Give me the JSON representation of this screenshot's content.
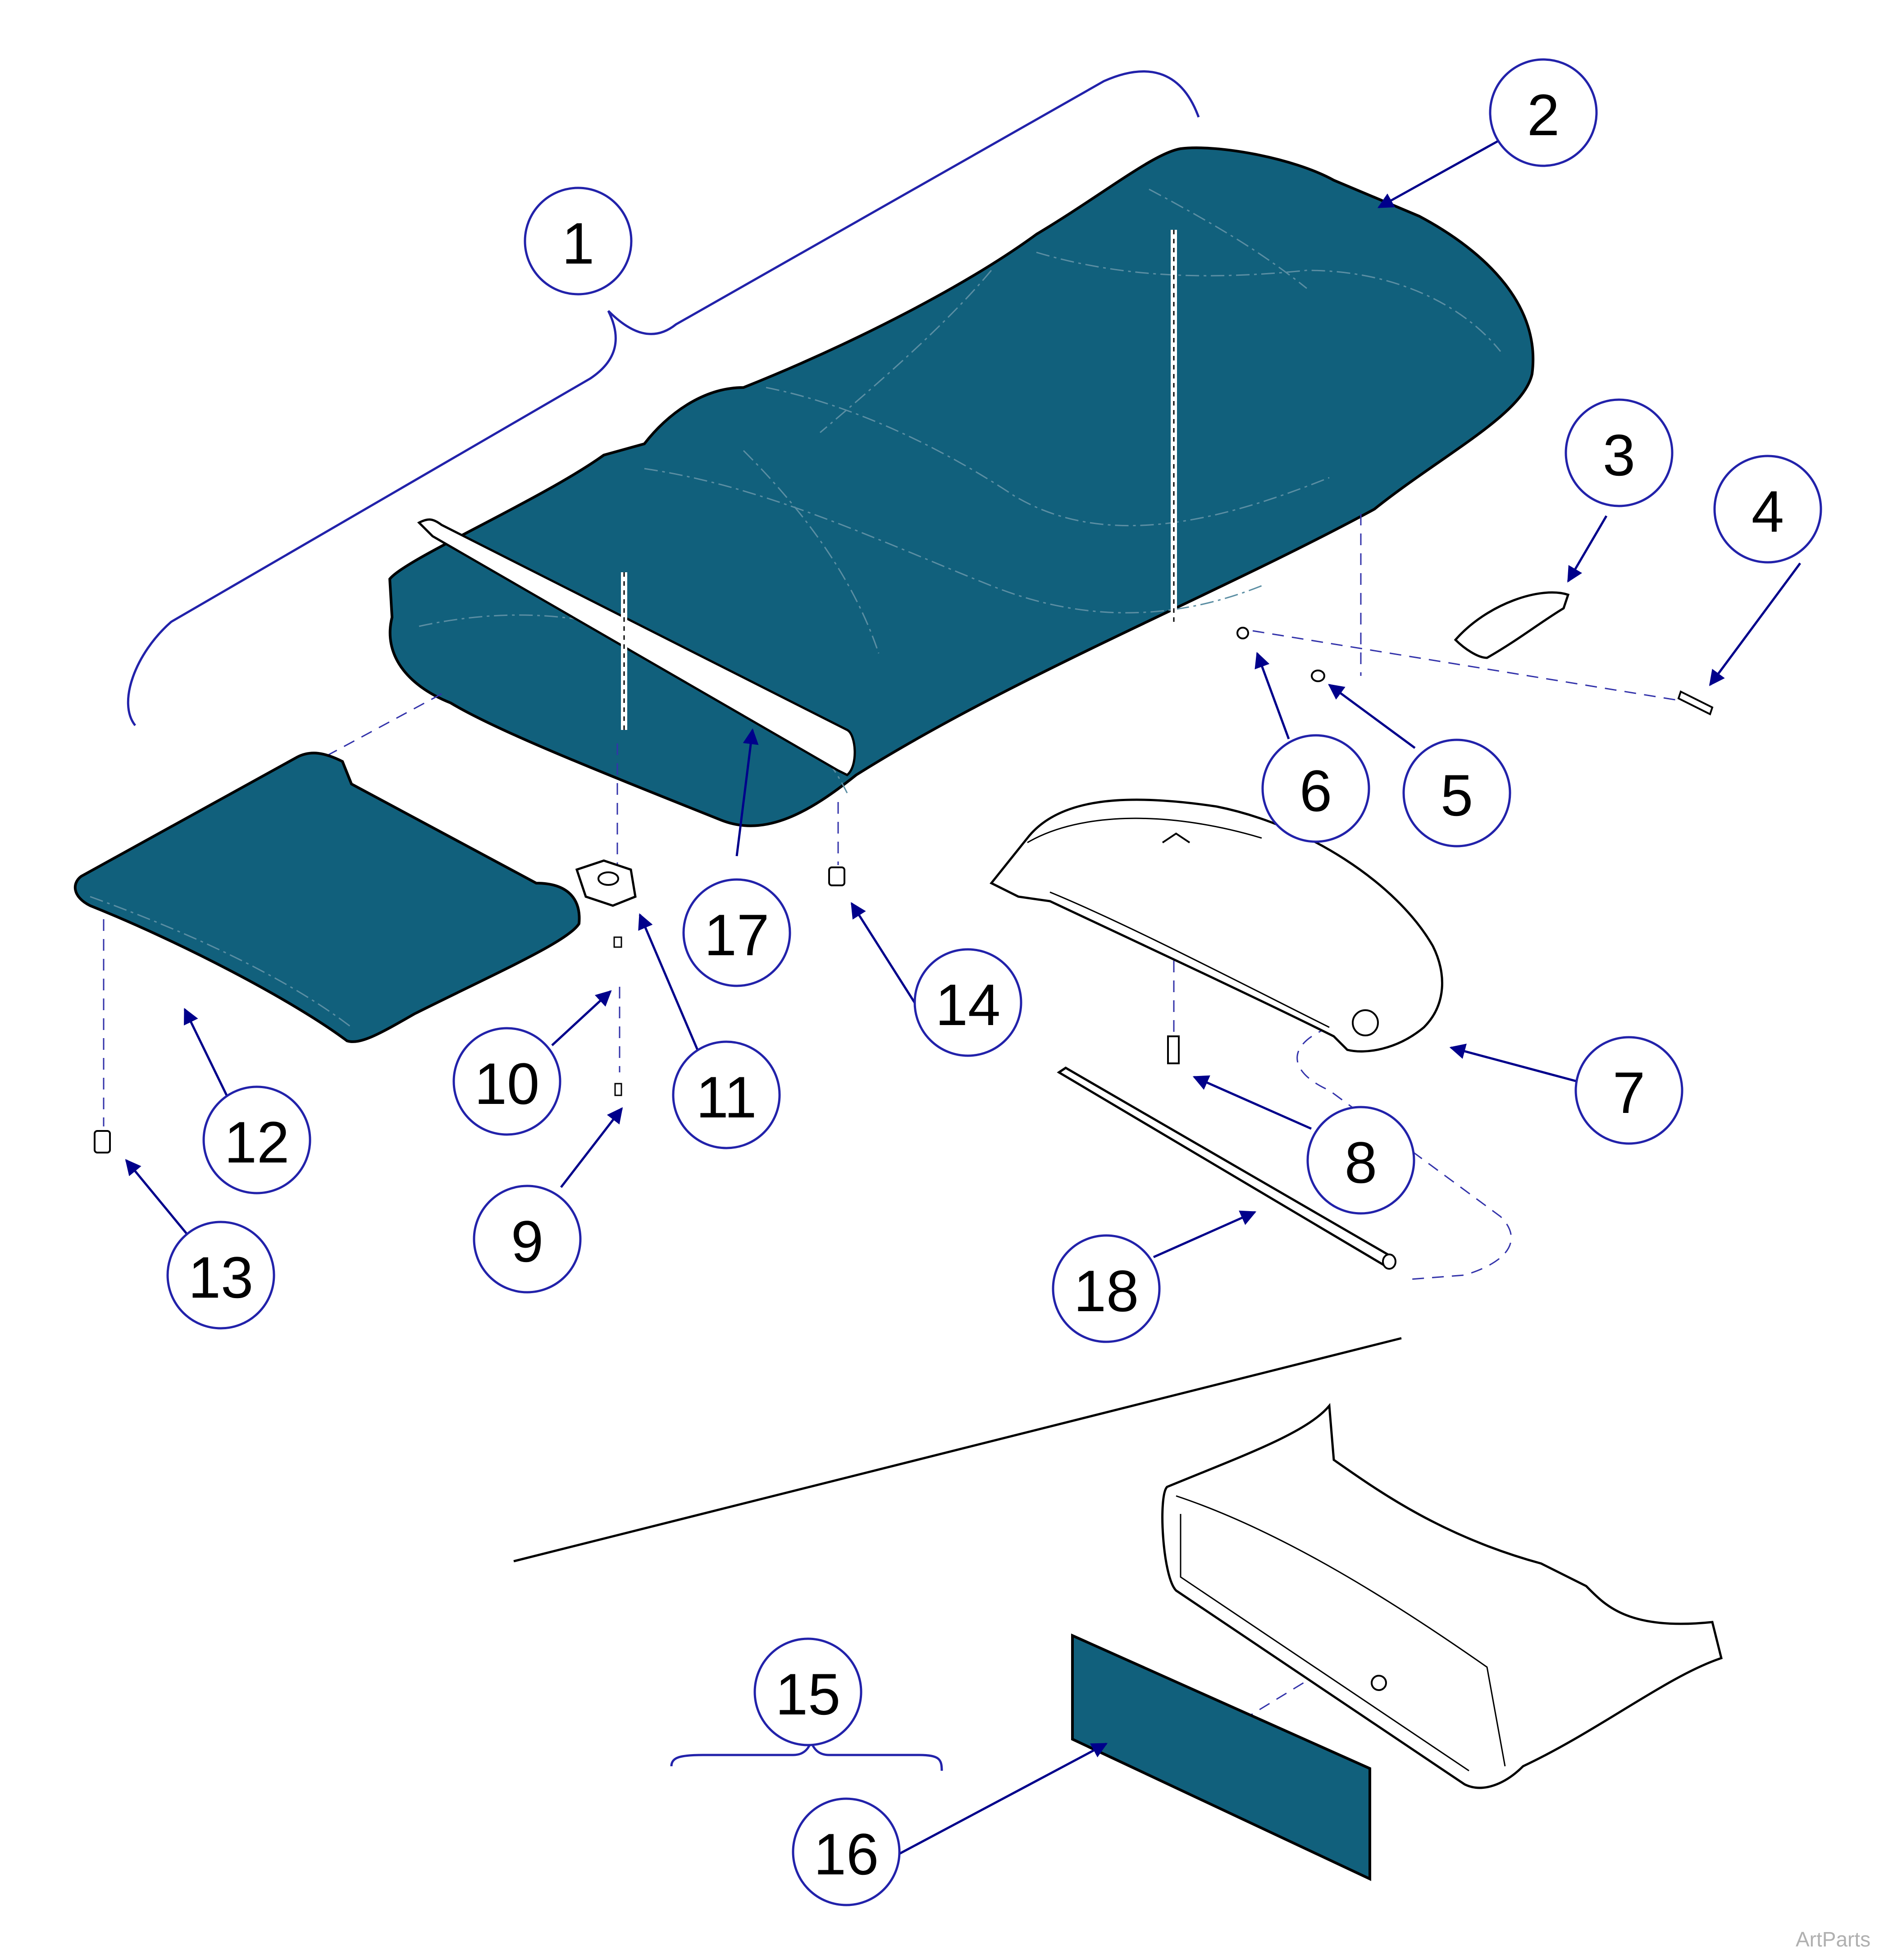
{
  "diagram": {
    "callouts": [
      "1",
      "2",
      "3",
      "4",
      "5",
      "6",
      "7",
      "8",
      "9",
      "10",
      "11",
      "12",
      "13",
      "14",
      "15",
      "16",
      "17",
      "18"
    ],
    "watermark": "ArtParts"
  },
  "colors": {
    "upholstery": "#11607c",
    "callout_outline": "#2222aa",
    "leader_arrow": "#00008b",
    "outline": "#000000"
  }
}
